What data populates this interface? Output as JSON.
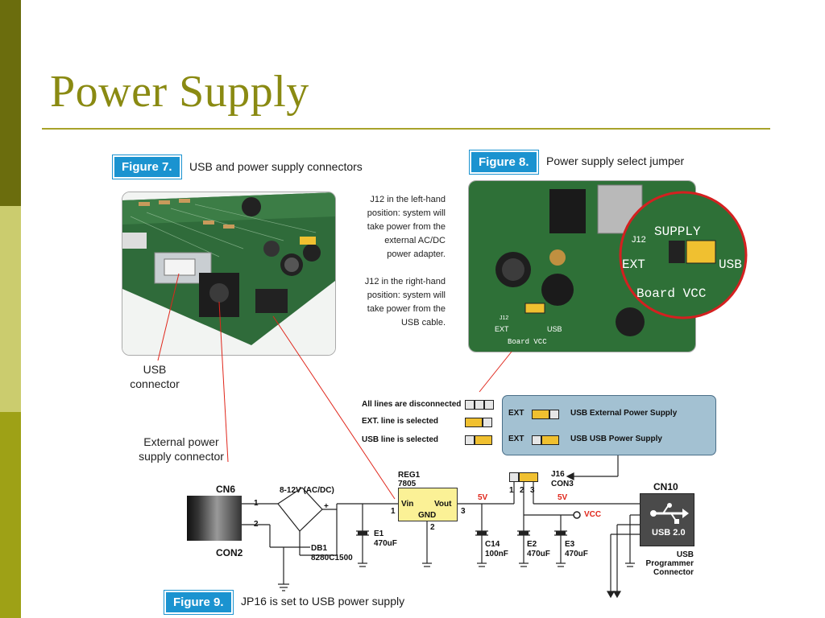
{
  "slide": {
    "title": "Power Supply"
  },
  "colors": {
    "title": "#8a8a12",
    "rule": "#a8a32a",
    "figure_tag": "#1b93d0",
    "panel": "#a3c1d2",
    "regulator": "#fbf196",
    "accent_red": "#e0261b"
  },
  "figure7": {
    "tag": "Figure 7.",
    "caption": "USB and power supply connectors",
    "usb_label_1": "USB",
    "usb_label_2": "connector",
    "ext_label_1": "External power",
    "ext_label_2": "supply connector"
  },
  "notes": {
    "left_1": "J12 in the left-hand",
    "left_2": "position: system will",
    "left_3": "take power from the",
    "left_4": "external AC/DC",
    "left_5": "power adapter.",
    "right_1": "J12 in the right-hand",
    "right_2": "position: system will",
    "right_3": "take power from the",
    "right_4": "USB cable."
  },
  "figure8": {
    "tag": "Figure 8.",
    "caption": "Power supply select jumper",
    "zoom_j12": "J12",
    "zoom_supply": "SUPPLY",
    "zoom_ext": "EXT",
    "zoom_usb": "USB",
    "zoom_board_vcc": "Board VCC",
    "small_ext": "EXT",
    "small_usb": "USB",
    "small_board_vcc": "Board VCC",
    "small_j12": "J12"
  },
  "jumper_legend": {
    "all": "All lines are disconnected",
    "ext": "EXT. line is selected",
    "usb": "USB line is selected"
  },
  "panel": {
    "ext_label": "EXT",
    "ext_desc": "USB External Power Supply",
    "usb_label": "EXT",
    "usb_desc": "USB  USB Power Supply"
  },
  "schematic": {
    "cn6": "CN6",
    "con2": "CON2",
    "pin1": "1",
    "pin2": "2",
    "voltage_range": "8-12V (AC/DC)",
    "db1": "DB1",
    "db1_part": "8280C1500",
    "e1": "E1",
    "e1_val": "470uF",
    "reg_name": "REG1",
    "reg_part": "7805",
    "reg_vin": "Vin",
    "reg_vout": "Vout",
    "reg_gnd": "GND",
    "reg_p1": "1",
    "reg_p2": "2",
    "reg_p3": "3",
    "v5_a": "5V",
    "v5_b": "5V",
    "c14": "C14",
    "c14_val": "100nF",
    "e2": "E2",
    "e2_val": "470uF",
    "e3": "E3",
    "e3_val": "470uF",
    "j16": "J16",
    "con3": "CON3",
    "j_p1": "1",
    "j_p2": "2",
    "j_p3": "3",
    "vcc": "VCC",
    "cn10": "CN10",
    "usb_logo": "USB 2.0",
    "usb_prog_1": "USB",
    "usb_prog_2": "Programmer",
    "usb_prog_3": "Connector",
    "plus": "+",
    "minus": "-"
  },
  "figure9": {
    "tag": "Figure 9.",
    "caption": "JP16 is set to USB power supply"
  }
}
